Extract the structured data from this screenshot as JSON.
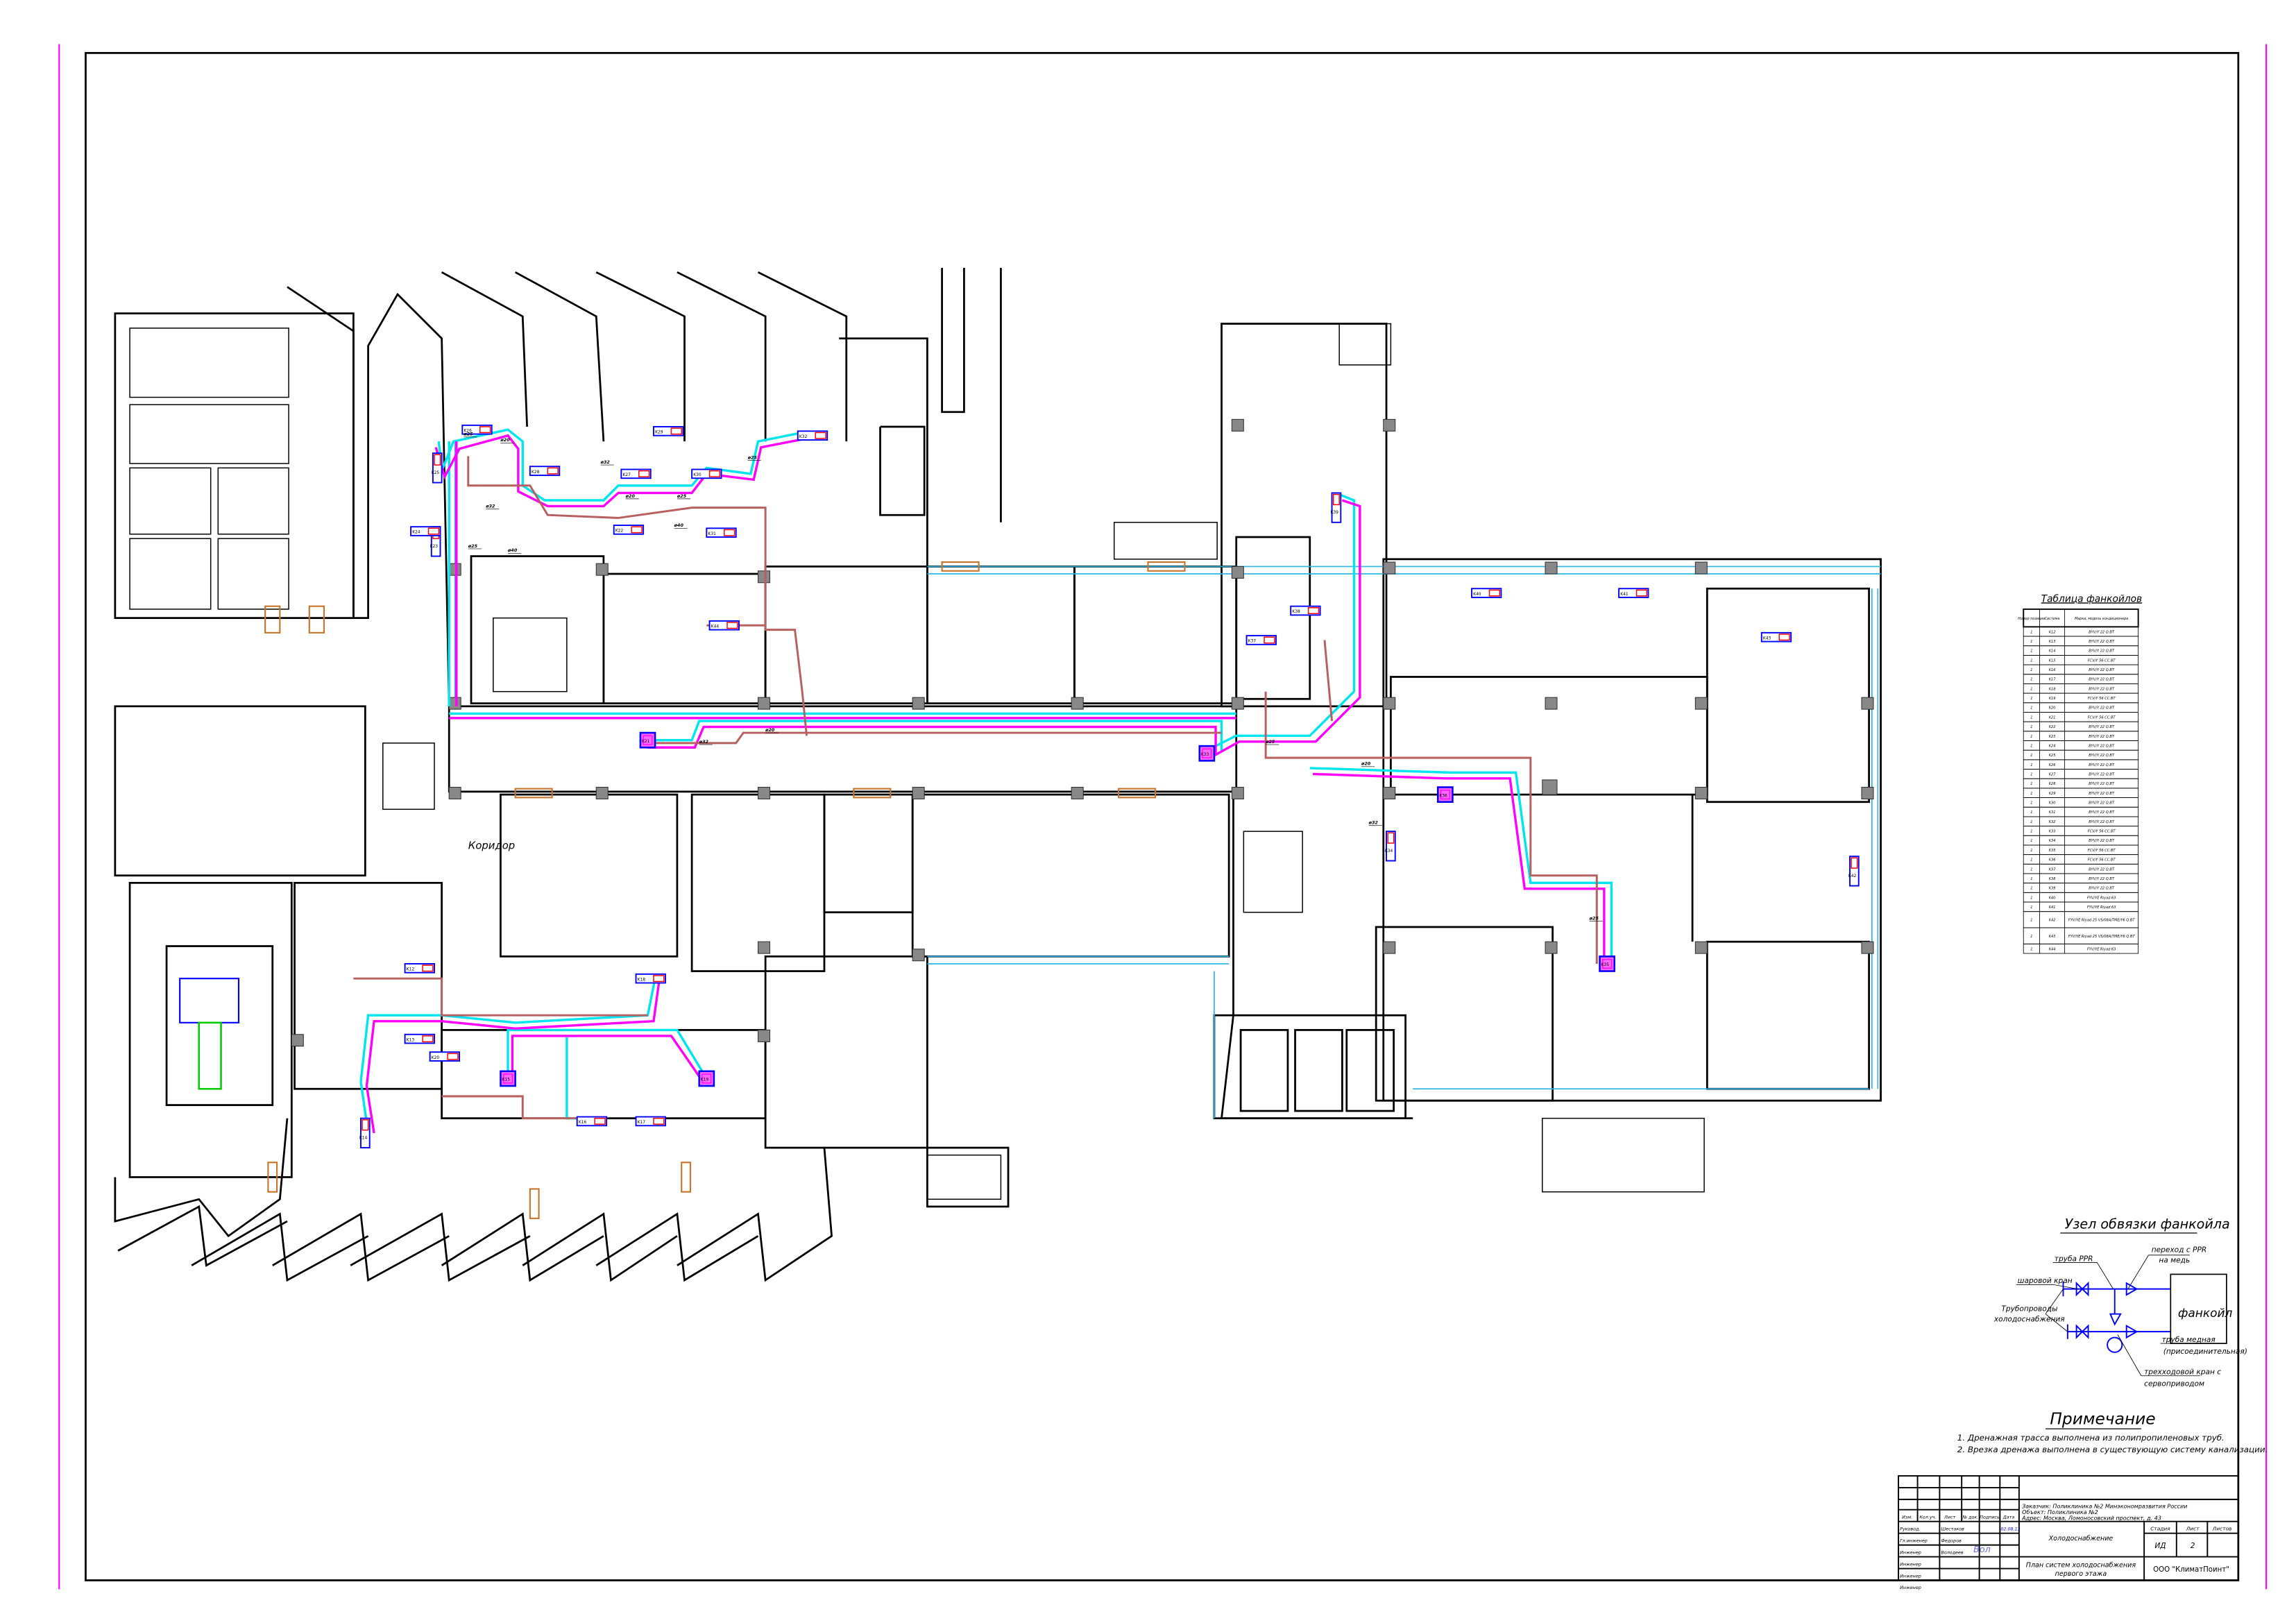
{
  "plan": {
    "corridor_label": "Коридор",
    "pipe_labels": [
      "ø25",
      "ø20",
      "ø32",
      "ø40",
      "ø25",
      "ø32",
      "ø20",
      "ø25",
      "ø40",
      "ø25",
      "ø32",
      "ø20",
      "ø25",
      "ø20",
      "ø25",
      "ø32"
    ],
    "fancoils": [
      "K12",
      "K13",
      "K14",
      "K15",
      "K16",
      "K17",
      "K18",
      "K19",
      "K20",
      "K21",
      "K22",
      "K23",
      "K24",
      "K25",
      "K26",
      "K27",
      "K28",
      "K29",
      "K30",
      "K31",
      "K32",
      "K33",
      "K34",
      "K35",
      "K36",
      "K37",
      "K38",
      "K39",
      "K40",
      "K41",
      "K42",
      "K43",
      "K44"
    ]
  },
  "fancoil_table": {
    "title": "Таблица фанкойлов",
    "headers": [
      "Номер позиции",
      "Система",
      "Марка, модель кондиционера"
    ],
    "rows": [
      [
        "1",
        "K12",
        "BYV/Y 22 Q.BT"
      ],
      [
        "1",
        "K13",
        "BYV/Y 22 Q.BT"
      ],
      [
        "1",
        "K14",
        "BYV/Y 22 Q.BT"
      ],
      [
        "1",
        "K15",
        "FCV/Y 56 CC.BT"
      ],
      [
        "1",
        "K16",
        "BYV/Y 22 Q.BT"
      ],
      [
        "1",
        "K17",
        "BYV/Y 22 Q.BT"
      ],
      [
        "1",
        "K18",
        "BYV/Y 22 Q.BT"
      ],
      [
        "1",
        "K19",
        "FCV/Y 56 CC.BT"
      ],
      [
        "1",
        "K20",
        "BYV/Y 22 Q.BT"
      ],
      [
        "1",
        "K21",
        "FCV/Y 56 CC.BT"
      ],
      [
        "1",
        "K22",
        "BYV/Y 22 Q.BT"
      ],
      [
        "1",
        "K23",
        "BYV/Y 22 Q.BT"
      ],
      [
        "1",
        "K24",
        "BYV/Y 22 Q.BT"
      ],
      [
        "1",
        "K25",
        "BYV/Y 22 Q.BT"
      ],
      [
        "1",
        "K26",
        "BYV/Y 22 Q.BT"
      ],
      [
        "1",
        "K27",
        "BYV/Y 22 Q.BT"
      ],
      [
        "1",
        "K28",
        "BYV/Y 22 Q.BT"
      ],
      [
        "1",
        "K29",
        "BYV/Y 22 Q.BT"
      ],
      [
        "1",
        "K30",
        "BYV/Y 22 Q.BT"
      ],
      [
        "1",
        "K31",
        "BYV/Y 22 Q.BT"
      ],
      [
        "1",
        "K32",
        "BYV/Y 22 Q.BT"
      ],
      [
        "1",
        "K33",
        "FCV/Y 56 CC.BT"
      ],
      [
        "1",
        "K34",
        "BYV/Y 22 Q.BT"
      ],
      [
        "1",
        "K35",
        "FCV/Y 56 CC.BT"
      ],
      [
        "1",
        "K36",
        "FCV/Y 56 CC.BT"
      ],
      [
        "1",
        "K37",
        "BYV/Y 22 Q.BT"
      ],
      [
        "1",
        "K38",
        "BYV/Y 22 Q.BT"
      ],
      [
        "1",
        "K39",
        "BYV/Y 22 Q.BT"
      ],
      [
        "1",
        "K40",
        "FYV/YE Riyad 63"
      ],
      [
        "1",
        "K41",
        "FYV/YE Riyad 63"
      ],
      [
        "1",
        "K42",
        "FYV/YE Riyad 25 VS/08A/TME/Y6 Q.BT"
      ],
      [
        "1",
        "K43",
        "FYV/YE Riyad 25 VS/08A/TME/Y6 Q.BT"
      ],
      [
        "1",
        "K44",
        "FYV/YE Riyad 63"
      ]
    ]
  },
  "node": {
    "title": "Узел обвязки фанкойла",
    "ppr_pipe": "труба PPR",
    "transition_1": "переход с PPR",
    "transition_2": "на медь",
    "ball_valve": "шаровой кран",
    "pipelines_1": "Трубопроводы",
    "pipelines_2": "холодоснабжения",
    "fancoil": "фанкойл",
    "copper_1": "труба медная",
    "copper_2": "(присоединительная)",
    "valve_1": "трехходовой кран с",
    "valve_2": "сервоприводом"
  },
  "notes": {
    "title": "Примечание",
    "items": [
      "1. Дренажная трасса выполнена из полипропиленовых труб.",
      "2. Врезка дренажа выполнена в существующую систему канализации."
    ]
  },
  "title_block": {
    "headers": [
      "Изм.",
      "Кол.уч.",
      "Лист",
      "№ док.",
      "Подпись",
      "Дата"
    ],
    "staff": [
      {
        "role": "Руковод.",
        "name": "Шестаков",
        "date": "02.08.13"
      },
      {
        "role": "Гл.инженер",
        "name": "Федоров",
        "date": ""
      },
      {
        "role": "Инженер",
        "name": "Володеев",
        "date": ""
      },
      {
        "role": "Инженер",
        "name": "",
        "date": ""
      },
      {
        "role": "Инженер",
        "name": "",
        "date": ""
      },
      {
        "role": "Инженер",
        "name": "",
        "date": ""
      }
    ],
    "customer": "Заказчик: Поликлиника №2 Минэкономразвития России",
    "object": "Объект: Поликлиника №2",
    "address": "Адрес: Москва, Ломоносовский проспект, д. 43",
    "section": "Холодоснабжение",
    "stage_label": "Стадия",
    "sheet_label": "Лист",
    "sheets_label": "Листов",
    "stage": "ИД",
    "sheet": "2",
    "sheet_title_1": "План систем холодоснабжения",
    "sheet_title_2": "первого этажа",
    "company": "ООО \"КлиматПоинт\""
  }
}
